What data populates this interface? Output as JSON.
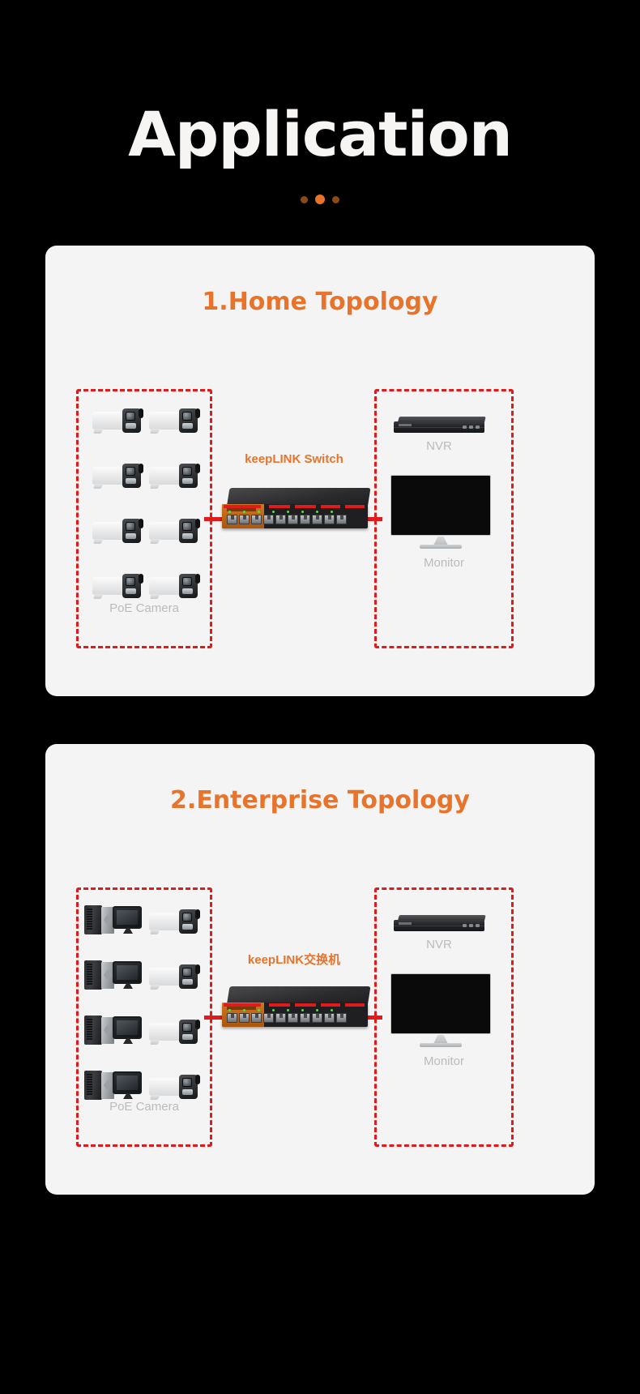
{
  "header": {
    "title": "Application",
    "dots": [
      {
        "name": "dot-1",
        "active": false
      },
      {
        "name": "dot-2",
        "active": true
      },
      {
        "name": "dot-3",
        "active": false
      }
    ],
    "accent_color": "#e8732a",
    "background_color": "#000000"
  },
  "cards": [
    {
      "id": "home-topology",
      "title": "1.Home Topology",
      "switch_label": "keepLINK Switch",
      "left_group_label": "PoE Camera",
      "right_labels": {
        "nvr": "NVR",
        "monitor": "Monitor"
      },
      "left_devices": "camera",
      "left_device_count": 8,
      "dash_border_color": "#e01b1b"
    },
    {
      "id": "enterprise-topology",
      "title": "2.Enterprise Topology",
      "switch_label": "keepLINK交换机",
      "left_group_label": "PoE Camera",
      "right_labels": {
        "nvr": "NVR",
        "monitor": "Monitor"
      },
      "left_devices": "pc-and-camera",
      "left_device_count": 8,
      "dash_border_color": "#e01b1b"
    }
  ],
  "colors": {
    "card_background": "#f4f4f4",
    "title_orange": "#e8732a",
    "dashed_red": "#e01b1b",
    "label_gray": "#b9bbbd",
    "title_white": "#f7f5f3"
  }
}
